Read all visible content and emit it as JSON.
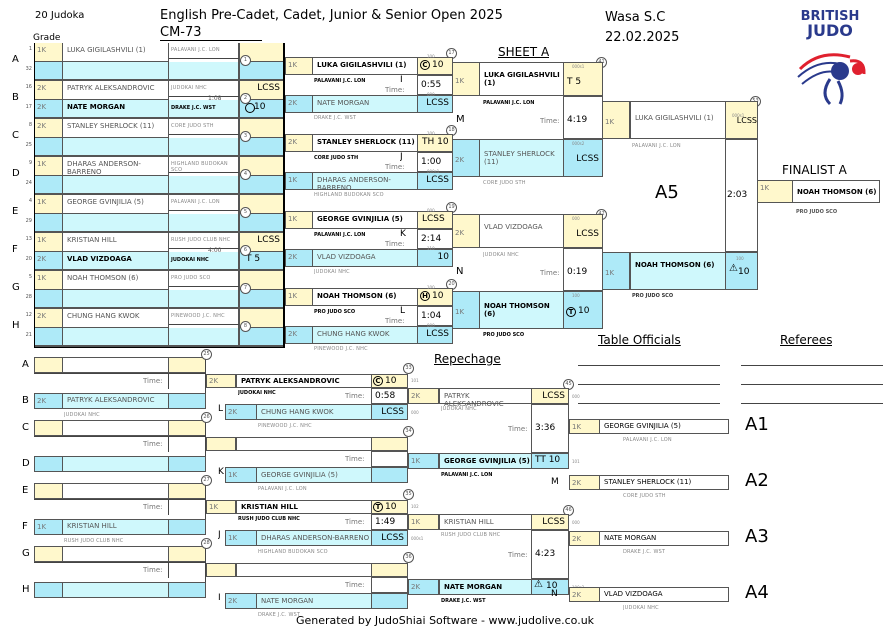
{
  "header": {
    "count_label": "20 Judoka",
    "grade_label": "Grade",
    "title": "English Pre-Cadet, Cadet, Junior & Senior Open 2025",
    "category": "CM-73",
    "venue": "Wasa S.C",
    "date": "22.02.2025",
    "logo_line1": "BRITISH",
    "logo_line2": "JUDO",
    "sheet": "SHEET A"
  },
  "colors": {
    "yellow": "#fff8cc",
    "blue": "#aeeaf8",
    "light_blue": "#cff8fc",
    "logo_blue": "#2a3a8c",
    "logo_red": "#e0202e"
  },
  "pool": [
    {
      "letter": "A",
      "match": "1",
      "top": {
        "seed": "1",
        "grade": "1K",
        "name": "LUKA GIGILASHVILI (1)",
        "club": "PALAVANI J.C. LON",
        "result": ""
      },
      "bottom": {
        "seed": "32",
        "grade": "",
        "name": "",
        "club": "",
        "result": ""
      },
      "time": ""
    },
    {
      "letter": "B",
      "match": "2",
      "top": {
        "seed": "16",
        "grade": "2K",
        "name": "PATRYK ALEKSANDROVIC",
        "club": "JUDOKAI NHC",
        "result": "LOSS"
      },
      "bottom": {
        "seed": "17",
        "grade": "2K",
        "name": "NATE MORGAN",
        "club": "DRAKE J.C. WST",
        "result": "10",
        "icon": "T"
      },
      "time": "1:08"
    },
    {
      "letter": "C",
      "match": "3",
      "top": {
        "seed": "8",
        "grade": "2K",
        "name": "STANLEY SHERLOCK (11)",
        "club": "CORE JUDO STH",
        "result": ""
      },
      "bottom": {
        "seed": "25",
        "grade": "",
        "name": "",
        "club": "",
        "result": ""
      },
      "time": ""
    },
    {
      "letter": "D",
      "match": "4",
      "top": {
        "seed": "9",
        "grade": "1K",
        "name": "DHARAS ANDERSON-BARRENO",
        "club": "HIGHLAND BUDOKAN SCO",
        "result": ""
      },
      "bottom": {
        "seed": "24",
        "grade": "",
        "name": "",
        "club": "",
        "result": ""
      },
      "time": ""
    },
    {
      "letter": "E",
      "match": "5",
      "top": {
        "seed": "4",
        "grade": "1K",
        "name": "GEORGE GVINJILIA (5)",
        "club": "PALAVANI J.C. LON",
        "result": ""
      },
      "bottom": {
        "seed": "29",
        "grade": "",
        "name": "",
        "club": "",
        "result": ""
      },
      "time": ""
    },
    {
      "letter": "F",
      "match": "6",
      "top": {
        "seed": "13",
        "grade": "1K",
        "name": "KRISTIAN HILL",
        "club": "RUSH JUDO CLUB NHC",
        "result": "LOSS"
      },
      "bottom": {
        "seed": "20",
        "grade": "2K",
        "name": "VLAD VIZDOAGA",
        "club": "JUDOKAI NHC",
        "result": "T 5"
      },
      "time": "4:00"
    },
    {
      "letter": "G",
      "match": "7",
      "top": {
        "seed": "5",
        "grade": "1K",
        "name": "NOAH THOMSON (6)",
        "club": "PRO JUDO SCO",
        "result": ""
      },
      "bottom": {
        "seed": "28",
        "grade": "",
        "name": "",
        "club": "",
        "result": ""
      },
      "time": ""
    },
    {
      "letter": "H",
      "match": "8",
      "top": {
        "seed": "12",
        "grade": "2K",
        "name": "CHUNG HANG KWOK",
        "club": "PINEWOOD J.C. NHC",
        "result": ""
      },
      "bottom": {
        "seed": "21",
        "grade": "",
        "name": "",
        "club": "",
        "result": ""
      },
      "time": ""
    }
  ],
  "round2": [
    {
      "match": "17",
      "letter": "I",
      "time_label": "Time:",
      "time": "0:55",
      "top": {
        "code": "100",
        "grade": "1K",
        "name": "LUKA GIGILASHVILI (1)",
        "club": "PALAVANI J.C. LON",
        "result": "10",
        "icon": "C"
      },
      "bottom": {
        "code": "000",
        "grade": "2K",
        "name": "NATE MORGAN",
        "club": "DRAKE J.C. WST",
        "result": "LOSS"
      }
    },
    {
      "match": "18",
      "letter": "J",
      "time_label": "Time:",
      "time": "1:00",
      "top": {
        "code": "100",
        "grade": "2K",
        "name": "STANLEY SHERLOCK (11)",
        "club": "CORE JUDO STH",
        "result": "TH 10"
      },
      "bottom": {
        "code": "000s1",
        "grade": "1K",
        "name": "DHARAS ANDERSON-BARRENO",
        "club": "HIGHLAND BUDOKAN SCO",
        "result": "LOSS"
      }
    },
    {
      "match": "19",
      "letter": "K",
      "time_label": "Time:",
      "time": "2:14",
      "top": {
        "code": "000",
        "grade": "1K",
        "name": "GEORGE GVINJILIA (5)",
        "club": "PALAVANI J.C. LON",
        "result": "LOSS"
      },
      "bottom": {
        "code": "110",
        "grade": "2K",
        "name": "VLAD VIZDOAGA",
        "club": "JUDOKAI NHC",
        "result": "10",
        "icon": "L"
      }
    },
    {
      "match": "20",
      "letter": "L",
      "time_label": "Time:",
      "time": "1:04",
      "top": {
        "code": "100",
        "grade": "1K",
        "name": "NOAH THOMSON (6)",
        "club": "PRO JUDO SCO",
        "result": "10",
        "icon": "H"
      },
      "bottom": {
        "code": "000",
        "grade": "2K",
        "name": "CHUNG HANG KWOK",
        "club": "PINEWOOD J.C. NHC",
        "result": "LOSS"
      }
    }
  ],
  "semis": [
    {
      "match": "41",
      "letter": "M",
      "time_label": "Time:",
      "time": "4:19",
      "top": {
        "code": "000s1",
        "grade": "1K",
        "name": "LUKA GIGILASHVILI (1)",
        "club": "PALAVANI J.C. LON",
        "result": "T 5"
      },
      "bottom": {
        "code": "000s2",
        "grade": "2K",
        "name": "STANLEY SHERLOCK (11)",
        "club": "CORE JUDO STH",
        "result": "LOSS"
      }
    },
    {
      "match": "42",
      "letter": "N",
      "time_label": "Time:",
      "time": "0:19",
      "top": {
        "code": "000",
        "grade": "2K",
        "name": "VLAD VIZDOAGA",
        "club": "JUDOKAI NHC",
        "result": "LOSS"
      },
      "bottom": {
        "code": "100",
        "grade": "1K",
        "name": "NOAH THOMSON (6)",
        "club": "PRO JUDO SCO",
        "result": "10",
        "icon": "T"
      }
    }
  ],
  "final": {
    "match": "53",
    "label": "A5",
    "time": "2:03",
    "top": {
      "code": "000s1",
      "grade": "1K",
      "name": "LUKA GIGILASHVILI (1)",
      "club": "PALAVANI J.C. LON",
      "result": "LOSS"
    },
    "bottom": {
      "code": "100",
      "grade": "1K",
      "name": "NOAH THOMSON (6)",
      "club": "PRO JUDO SCO",
      "result": "10",
      "icon": "warning"
    }
  },
  "finalist": {
    "label": "FINALIST A",
    "grade": "1K",
    "name": "NOAH THOMSON (6)",
    "club": "PRO JUDO SCO"
  },
  "officials": {
    "table_label": "Table Officials",
    "referees_label": "Referees"
  },
  "repechage": {
    "title": "Repechage",
    "pool_rows": [
      {
        "letter": "A",
        "grade": "",
        "name": "",
        "club": ""
      },
      {
        "letter": "B",
        "grade": "2K",
        "name": "PATRYK ALEKSANDROVIC",
        "club": "JUDOKAI NHC"
      },
      {
        "letter": "C",
        "grade": "",
        "name": "",
        "club": ""
      },
      {
        "letter": "D",
        "grade": "",
        "name": "",
        "club": ""
      },
      {
        "letter": "E",
        "grade": "",
        "name": "",
        "club": ""
      },
      {
        "letter": "F",
        "grade": "1K",
        "name": "KRISTIAN HILL",
        "club": "RUSH JUDO CLUB NHC"
      },
      {
        "letter": "G",
        "grade": "",
        "name": "",
        "club": ""
      },
      {
        "letter": "H",
        "grade": "",
        "name": "",
        "club": ""
      }
    ],
    "first_matches": [
      "25",
      "26",
      "27",
      "28"
    ],
    "time_label": "Time:",
    "r2": [
      {
        "match": "33",
        "time": "0:58",
        "code": "101",
        "top": {
          "grade": "2K",
          "name": "PATRYK ALEKSANDROVIC",
          "club": "JUDOKAI NHC",
          "result": "10",
          "icon": "C"
        },
        "bottom": {
          "letter": "L",
          "grade": "2K",
          "name": "CHUNG HANG KWOK",
          "club": "PINEWOOD J.C. NHC",
          "result": "LOSS",
          "code": "000"
        }
      },
      {
        "match": "34",
        "time": "",
        "top": {
          "grade": "",
          "name": "",
          "club": "",
          "result": ""
        },
        "bottom": {
          "letter": "K",
          "grade": "1K",
          "name": "GEORGE GVINJILIA (5)",
          "club": "PALAVANI J.C. LON",
          "result": ""
        }
      },
      {
        "match": "35",
        "time": "1:49",
        "code": "102",
        "top": {
          "grade": "1K",
          "name": "KRISTIAN HILL",
          "club": "RUSH JUDO CLUB NHC",
          "result": "10",
          "icon": "T"
        },
        "bottom": {
          "letter": "J",
          "grade": "1K",
          "name": "DHARAS ANDERSON-BARRENO",
          "club": "HIGHLAND BUDOKAN SCO",
          "result": "LOSS",
          "code": "000s1"
        }
      },
      {
        "match": "36",
        "time": "",
        "top": {
          "grade": "",
          "name": "",
          "club": "",
          "result": ""
        },
        "bottom": {
          "letter": "I",
          "grade": "2K",
          "name": "NATE MORGAN",
          "club": "DRAKE J.C. WST",
          "result": ""
        }
      }
    ],
    "r3": [
      {
        "match": "45",
        "time": "3:36",
        "top": {
          "grade": "2K",
          "name": "PATRYK ALEKSANDROVIC",
          "club": "JUDOKAI NHC",
          "result": "LOSS",
          "code": "000"
        },
        "bottom": {
          "grade": "1K",
          "name": "GEORGE GVINJILIA (5)",
          "club": "PALAVANI J.C. LON",
          "result": "TT 10",
          "code": "101"
        }
      },
      {
        "match": "46",
        "time": "4:23",
        "top": {
          "grade": "1K",
          "name": "KRISTIAN HILL",
          "club": "RUSH JUDO CLUB NHC",
          "result": "LOSS",
          "code": "000"
        },
        "bottom": {
          "grade": "2K",
          "name": "NATE MORGAN",
          "club": "DRAKE J.C. WST",
          "result": "10",
          "icon": "warning",
          "code": "100s2"
        }
      }
    ],
    "placings": [
      {
        "letter": "",
        "grade": "1K",
        "name": "GEORGE GVINJILIA (5)",
        "club": "PALAVANI J.C. LON",
        "place": "A1"
      },
      {
        "letter": "M",
        "grade": "2K",
        "name": "STANLEY SHERLOCK (11)",
        "club": "CORE JUDO STH",
        "place": "A2"
      },
      {
        "letter": "",
        "grade": "2K",
        "name": "NATE MORGAN",
        "club": "DRAKE J.C. WST",
        "place": "A3"
      },
      {
        "letter": "N",
        "grade": "2K",
        "name": "VLAD VIZDOAGA",
        "club": "JUDOKAI NHC",
        "place": "A4"
      }
    ]
  },
  "footer": "Generated by JudoShiai Software - www.judolive.co.uk"
}
